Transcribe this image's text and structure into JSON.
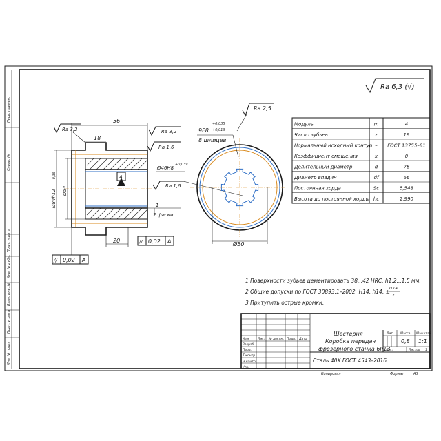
{
  "roughness": {
    "general": "Ra 6,3 (√)"
  },
  "side_labels": [
    "Перв. примен.",
    "Справ. №",
    "Подп. и дата",
    "Инв. № дубл.",
    "Взам. инв. №",
    "Подп. и дата",
    "Инв. № подл."
  ],
  "section_view": {
    "dims": {
      "length": "56",
      "hub": "18",
      "groove": "20",
      "outer_dia": "Ø84h12",
      "outer_dia_tol": "-0,35",
      "inner_dia": "Ø54",
      "bore": "Ø46H8",
      "bore_tol": "+0,039",
      "chamfer_size": "1",
      "chamfer_note": "2 фаски",
      "datum_label": "A"
    },
    "roughness": {
      "left_top": "Ra 3,2",
      "right_top": "Ra 3,2",
      "top_right": "Ra 1,6",
      "bore": "Ra 1,6"
    },
    "tolerance_frames": [
      {
        "symbol": "//",
        "value": "0,02",
        "datum": "A"
      },
      {
        "symbol": "//",
        "value": "0,02",
        "datum": "A"
      }
    ]
  },
  "end_view": {
    "spline_dim": "9F8",
    "spline_tol_upper": "+0,035",
    "spline_tol_lower": "+0,013",
    "spline_count": "8 шлицев",
    "roughness": "Ra 2,5",
    "diameter": "Ø50"
  },
  "param_table": {
    "rows": [
      {
        "name": "Модуль",
        "symbol": "m",
        "value": "4"
      },
      {
        "name": "Число зубьев",
        "symbol": "z",
        "value": "19"
      },
      {
        "name": "Нормальный исходный контур",
        "symbol": "–",
        "value": "ГОСТ 13755–81"
      },
      {
        "name": "Коэффициент смещения",
        "symbol": "x",
        "value": "0"
      },
      {
        "name": "Делительный диаметр",
        "symbol": "d",
        "value": "76"
      },
      {
        "name": "Диаметр впадин",
        "symbol": "df",
        "value": "66"
      },
      {
        "name": "Постоянная хорда",
        "symbol": "Sc",
        "value": "5,548"
      },
      {
        "name": "Высота до постоянной хорды",
        "symbol": "hc",
        "value": "2,990"
      }
    ]
  },
  "notes": [
    "1 Поверхности зубьев цементировать 38...42 HRC, h1,2...1,5 мм.",
    "2 Общие допуски по ГОСТ 30893.1–2002: Н14, h14, ±",
    "3 Притупить острые кромки."
  ],
  "note_fraction": {
    "num": "IT14",
    "den": "2"
  },
  "title_block": {
    "title_lines": [
      "Шестерня",
      "Коробка передач",
      "фрезерного станка 6Р13"
    ],
    "material": "Сталь 40Х ГОСТ 4543–2016",
    "col_heads": [
      "Изм.",
      "Лист",
      "№ докум.",
      "Подп.",
      "Дата"
    ],
    "row_labels": [
      "Разраб.",
      "Пров.",
      "Т.контр.",
      "",
      "Н.контр.",
      "Утв."
    ],
    "lit_head": "Лит.",
    "mass_head": "Масса",
    "scale_head": "Масштаб",
    "mass": "0,8",
    "scale": "1:1",
    "sheet": "Лист",
    "sheets": "Листов",
    "sheets_count": "1",
    "copied": "Копировал",
    "format": "Формат",
    "format_value": "А3"
  }
}
